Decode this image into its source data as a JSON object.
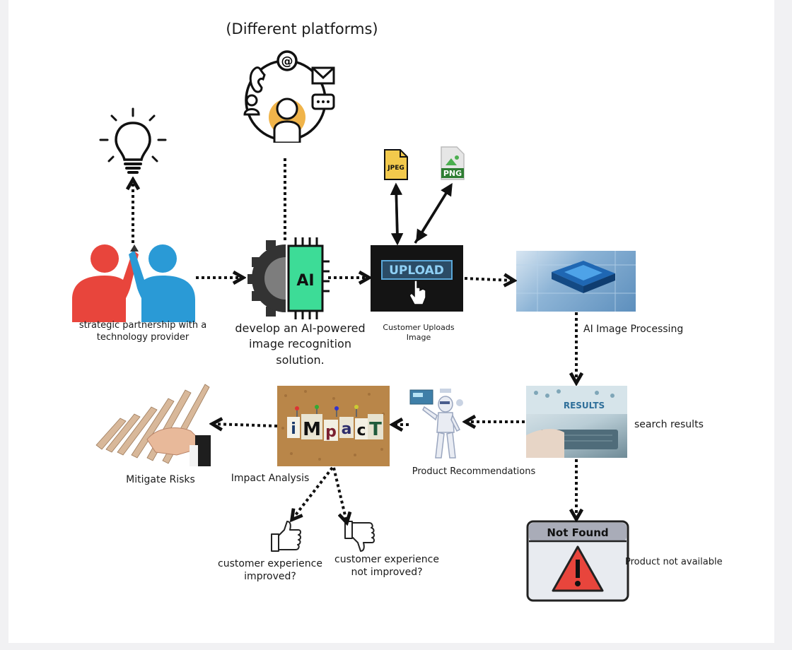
{
  "labels": {
    "title": "(Different platforms)",
    "strategic": "strategic partnership with a technology provider",
    "develop": "develop an AI-powered image recognition solution.",
    "upload_caption": "Customer Uploads Image",
    "ai_processing": "AI Image Processing",
    "search_results": "search results",
    "recommendations": "Product Recommendations",
    "impact_analysis": "Impact Analysis",
    "mitigate": "Mitigate Risks",
    "improved": "customer experience improved?",
    "not_improved": "customer experience not improved?",
    "not_available": "Product not available"
  },
  "image_text": {
    "upload_button": "UPLOAD",
    "ai_chip": "AI",
    "jpeg": "JPEG",
    "png": "PNG",
    "results": "RESULTS",
    "not_found": "Not Found",
    "impact_letters": [
      "i",
      "M",
      "p",
      "a",
      "c",
      "T"
    ]
  },
  "icons": {
    "lightbulb": "lightbulb-icon",
    "handshake": "high-five-partners-icon",
    "platforms": "social-platforms-icon",
    "ai_gear": "ai-gear-chip-icon",
    "jpeg_file": "jpeg-file-icon",
    "png_file": "png-file-icon",
    "robot": "robot-icon",
    "thumbs_up": "thumbs-up-icon",
    "thumbs_down": "thumbs-down-icon",
    "warning": "warning-triangle-icon"
  },
  "colors": {
    "red_person": "#e8453c",
    "blue_person": "#2a9ad6",
    "ai_green": "#3ddc97",
    "warning_red": "#e8453c",
    "gold": "#f0b44a"
  }
}
